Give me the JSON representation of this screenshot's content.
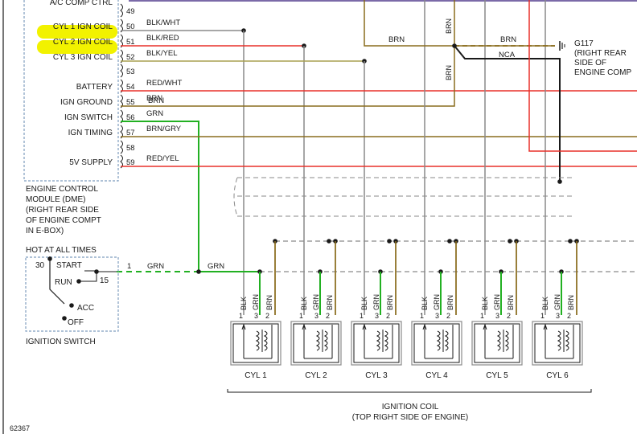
{
  "ecm": {
    "inputs": [
      {
        "label": "A/C COMP CTRL",
        "pin": "",
        "wire": ""
      },
      {
        "label": "",
        "pin": "49",
        "wire": ""
      },
      {
        "label": "CYL 1 IGN COIL",
        "pin": "50",
        "wire": "BLK/WHT"
      },
      {
        "label": "CYL 2 IGN COIL",
        "pin": "51",
        "wire": "BLK/RED"
      },
      {
        "label": "CYL 3 IGN COIL",
        "pin": "52",
        "wire": "BLK/YEL"
      },
      {
        "label": "",
        "pin": "53",
        "wire": ""
      },
      {
        "label": "BATTERY",
        "pin": "54",
        "wire": "RED/WHT"
      },
      {
        "label": "IGN GROUND",
        "pin": "55",
        "wire": "BRN"
      },
      {
        "label": "IGN SWITCH",
        "pin": "56",
        "wire": "GRN"
      },
      {
        "label": "IGN TIMING",
        "pin": "57",
        "wire": "BRN/GRY"
      },
      {
        "label": "",
        "pin": "58",
        "wire": ""
      },
      {
        "label": "5V SUPPLY",
        "pin": "59",
        "wire": "RED/YEL"
      }
    ],
    "caption_lines": [
      "ENGINE CONTROL",
      "MODULE (DME)",
      "(RIGHT REAR SIDE",
      "OF ENGINE COMPT",
      "IN E-BOX)"
    ]
  },
  "ground": {
    "brn_top": "BRN",
    "brn_left": "BRN",
    "brn_right": "BRN",
    "brn_down": "BRN",
    "nca": "NCA",
    "lines": [
      "G117",
      "(RIGHT REAR",
      "SIDE OF",
      "ENGINE COMP"
    ]
  },
  "ignition_switch": {
    "hot_label": "HOT AT ALL TIMES",
    "pin_30": "30",
    "start": "START",
    "run": "RUN",
    "pin_15": "15",
    "acc": "ACC",
    "off": "OFF",
    "caption": "IGNITION SWITCH",
    "out_pin": "1",
    "out_wire": "GRN",
    "bus_wire": "GRN"
  },
  "coil_pins": {
    "labels": [
      "BLK",
      "GRN",
      "BRN"
    ],
    "numbers": [
      "1",
      "3",
      "2"
    ]
  },
  "coils": [
    "CYL 1",
    "CYL 2",
    "CYL 3",
    "CYL 4",
    "CYL 5",
    "CYL 6"
  ],
  "coil_caption": [
    "IGNITION COIL",
    "(TOP RIGHT SIDE OF ENGINE)"
  ],
  "diagram_id": "62367",
  "highlight": {
    "color": "#f2f200",
    "rows": [
      "CYL 1 IGN COIL",
      "CYL 2 IGN COIL"
    ]
  },
  "colors": {
    "red": "#e8302a",
    "brown": "#8a6d1e",
    "green": "#22b022",
    "black": "#1a1a1a",
    "gray": "#8a8a8a",
    "blue_box": "#7f9dbf",
    "purple": "#7b6aa8"
  }
}
